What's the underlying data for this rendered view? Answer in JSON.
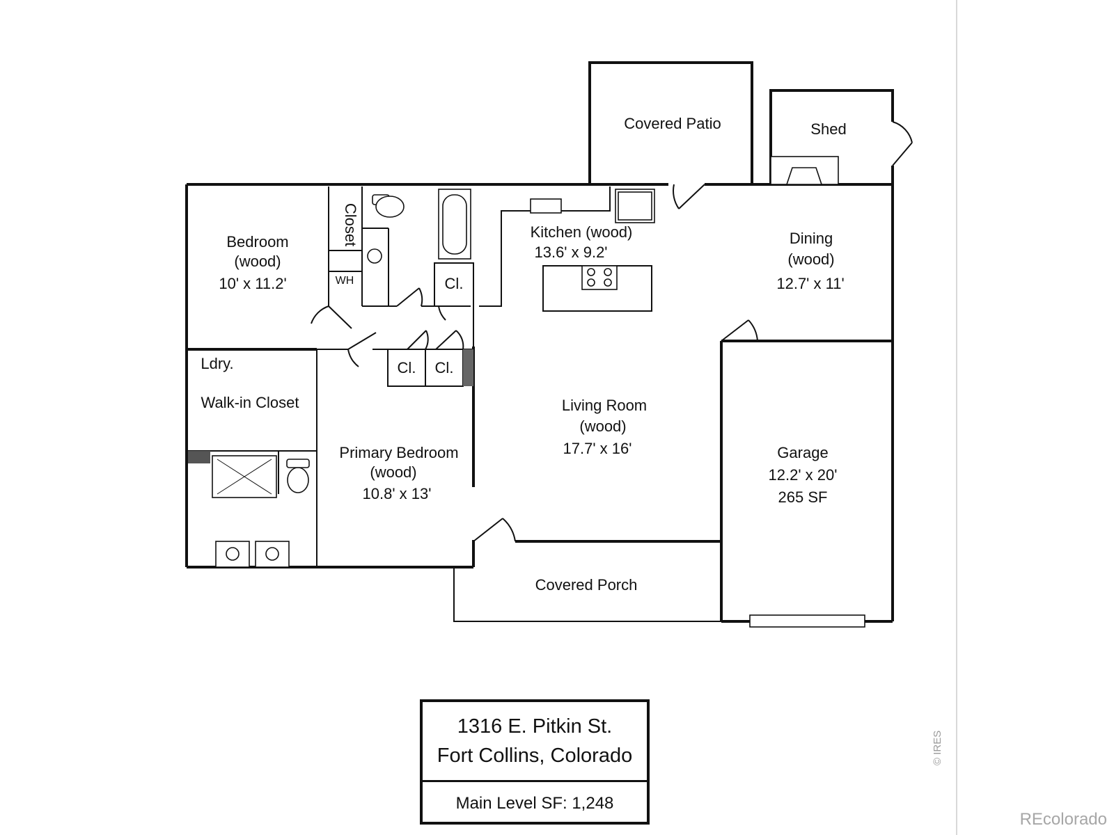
{
  "rooms": {
    "covered_patio": "Covered Patio",
    "shed": "Shed",
    "closet_vertical": "Closet",
    "bedroom": {
      "name": "Bedroom",
      "floor": "(wood)",
      "size": "10' x 11.2'"
    },
    "wh": "WH",
    "kitchen": {
      "name": "Kitchen  (wood)",
      "size": "13.6' x 9.2'"
    },
    "dining": {
      "name": "Dining",
      "floor": "(wood)",
      "size": "12.7' x 11'"
    },
    "closet_1": "Cl.",
    "closet_2": "Cl.",
    "closet_3": "Cl.",
    "laundry": "Ldry.",
    "walkin_closet": "Walk-in Closet",
    "living_room": {
      "name": "Living Room",
      "floor": "(wood)",
      "size": "17.7' x 16'"
    },
    "primary_bedroom": {
      "name": "Primary Bedroom",
      "floor": "(wood)",
      "size": "10.8' x 13'"
    },
    "garage": {
      "name": "Garage",
      "size": "12.2' x 20'",
      "area": "265 SF"
    },
    "covered_porch": "Covered Porch"
  },
  "title_block": {
    "address_line1": "1316 E. Pitkin St.",
    "address_line2": "Fort Collins, Colorado",
    "main_level_sf": "Main Level SF: 1,248"
  },
  "watermark": "© IRES",
  "brand": "REcolorado"
}
